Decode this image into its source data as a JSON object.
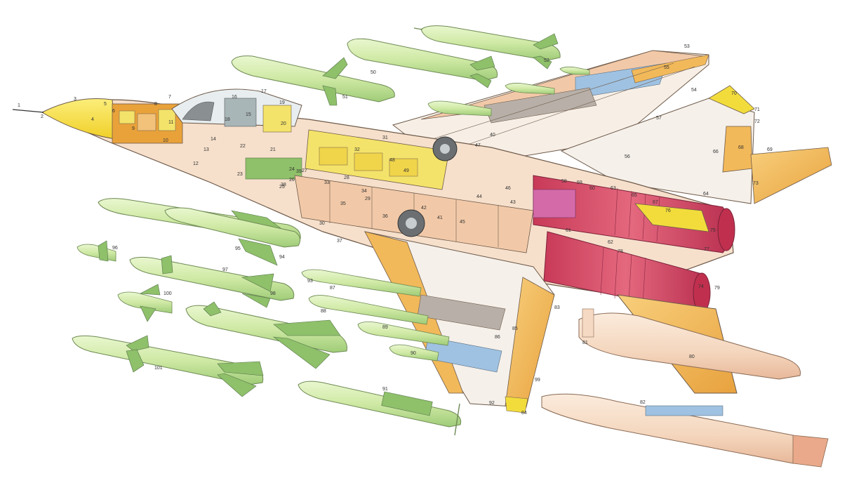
{
  "colors": {
    "nose": "#f2dc3c",
    "cockpit_yellow": "#f4e36a",
    "avionics_orange": "#e9a23a",
    "fuselage": "#f6e0cc",
    "fuel_tank": "#f2c9a8",
    "engine": "#d9506a",
    "engine_dark": "#a23048",
    "missile": "#cfe9a4",
    "missile_dark": "#8fc06a",
    "missile_fin": "#7fb85a",
    "wing": "#f5f0ea",
    "flap": "#f2b95a",
    "slat_blue": "#9fc2e2",
    "grey_panel": "#b8b0a8",
    "drop_tank": "#f6d9c3",
    "drop_tank_fin": "#e9a98a",
    "outline": "#6e5a4a"
  },
  "icons": [
    "fighter-aircraft-cutaway",
    "missile-icon",
    "drop-tank-icon",
    "landing-wheel-icon"
  ],
  "callouts": [
    "1",
    "2",
    "3",
    "4",
    "5",
    "6",
    "7",
    "8",
    "9",
    "10",
    "11",
    "12",
    "13",
    "14",
    "15",
    "16",
    "17",
    "18",
    "19",
    "20",
    "21",
    "22",
    "23",
    "24",
    "25",
    "26",
    "27",
    "28",
    "29",
    "30",
    "31",
    "32",
    "33",
    "34",
    "35",
    "36",
    "37",
    "38",
    "39",
    "40",
    "41",
    "42",
    "43",
    "44",
    "45",
    "46",
    "47",
    "48",
    "49",
    "50",
    "51",
    "52",
    "53",
    "54",
    "55",
    "56",
    "57",
    "58",
    "59",
    "60",
    "61",
    "62",
    "63",
    "64",
    "65",
    "66",
    "67",
    "68",
    "69",
    "70",
    "71",
    "72",
    "73",
    "74",
    "75",
    "76",
    "77",
    "78",
    "79",
    "80",
    "81",
    "82",
    "83",
    "84",
    "85",
    "86",
    "87",
    "88",
    "89",
    "90",
    "91",
    "92",
    "93",
    "94",
    "95",
    "96",
    "97",
    "98",
    "99",
    "100",
    "101"
  ]
}
